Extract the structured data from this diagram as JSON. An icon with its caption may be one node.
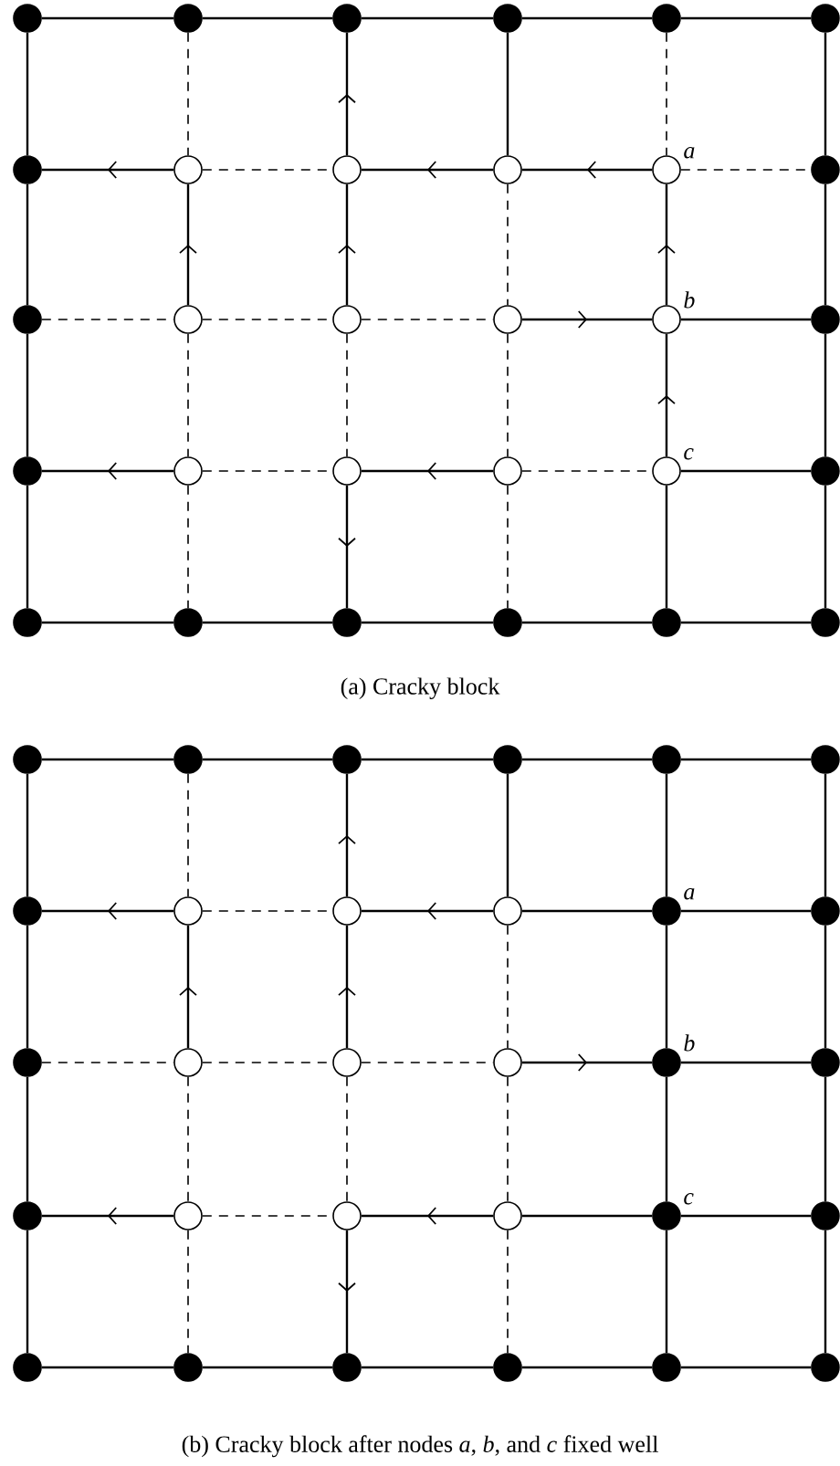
{
  "diagram": {
    "nodes": [
      {
        "text": [],
        "shape": "dot"
      },
      {
        "text": [],
        "shape": "dot"
      },
      {
        "text": [],
        "shape": "dot"
      },
      {
        "text": [],
        "shape": "dot"
      },
      {
        "text": [],
        "shape": "dot"
      },
      {
        "text": [],
        "shape": "dot"
      },
      {
        "text": [],
        "shape": "dot"
      },
      {
        "text": [],
        "shape": "circle"
      },
      {
        "text": [],
        "shape": "circle"
      },
      {
        "text": [],
        "shape": "circle"
      },
      {
        "text": [],
        "shape": "circle",
        "beside": [
          "a"
        ]
      },
      {
        "text": [],
        "shape": "dot"
      },
      {
        "text": [],
        "shape": "dot"
      },
      {
        "text": [],
        "shape": "circle"
      },
      {
        "text": [],
        "shape": "circle"
      },
      {
        "text": [],
        "shape": "circle"
      },
      {
        "text": [],
        "shape": "circle",
        "beside": [
          "b"
        ]
      },
      {
        "text": [],
        "shape": "dot"
      },
      {
        "text": [],
        "shape": "dot"
      },
      {
        "text": [],
        "shape": "circle"
      },
      {
        "text": [],
        "shape": "circle"
      },
      {
        "text": [],
        "shape": "circle"
      },
      {
        "text": [],
        "shape": "circle",
        "beside": [
          "c"
        ]
      },
      {
        "text": [],
        "shape": "dot"
      },
      {
        "text": [],
        "shape": "dot"
      },
      {
        "text": [],
        "shape": "dot"
      },
      {
        "text": [],
        "shape": "dot"
      },
      {
        "text": [],
        "shape": "dot"
      },
      {
        "text": [],
        "shape": "dot"
      },
      {
        "text": [],
        "shape": "dot"
      },
      {
        "text": [],
        "shape": "dot"
      },
      {
        "text": [],
        "shape": "dot"
      },
      {
        "text": [],
        "shape": "dot"
      },
      {
        "text": [],
        "shape": "dot"
      },
      {
        "text": [],
        "shape": "dot"
      },
      {
        "text": [],
        "shape": "dot"
      },
      {
        "text": [],
        "shape": "dot"
      },
      {
        "text": [],
        "shape": "circle"
      },
      {
        "text": [],
        "shape": "circle"
      },
      {
        "text": [],
        "shape": "circle"
      },
      {
        "text": [],
        "shape": "dot",
        "beside": [
          "a"
        ]
      },
      {
        "text": [],
        "shape": "dot"
      },
      {
        "text": [],
        "shape": "dot"
      },
      {
        "text": [],
        "shape": "circle"
      },
      {
        "text": [],
        "shape": "circle"
      },
      {
        "text": [],
        "shape": "circle"
      },
      {
        "text": [],
        "shape": "dot",
        "beside": [
          "b"
        ]
      },
      {
        "text": [],
        "shape": "dot"
      },
      {
        "text": [],
        "shape": "dot"
      },
      {
        "text": [],
        "shape": "circle"
      },
      {
        "text": [],
        "shape": "circle"
      },
      {
        "text": [],
        "shape": "circle"
      },
      {
        "text": [],
        "shape": "dot",
        "beside": [
          "c"
        ]
      },
      {
        "text": [],
        "shape": "dot"
      },
      {
        "text": [],
        "shape": "dot"
      },
      {
        "text": [],
        "shape": "dot"
      },
      {
        "text": [],
        "shape": "dot"
      },
      {
        "text": [],
        "shape": "dot"
      },
      {
        "text": [],
        "shape": "dot"
      },
      {
        "text": [],
        "shape": "dot"
      }
    ],
    "edges": [
      {
        "from": 0,
        "to": 1,
        "arrow": "none"
      },
      {
        "from": 1,
        "to": 2,
        "arrow": "none"
      },
      {
        "from": 2,
        "to": 3,
        "arrow": "none"
      },
      {
        "from": 3,
        "to": 4,
        "arrow": "none"
      },
      {
        "from": 4,
        "to": 5,
        "arrow": "none"
      },
      {
        "from": 7,
        "to": 6,
        "arrow": "to"
      },
      {
        "from": 7,
        "to": 8,
        "arrow": "none",
        "style": "dashed"
      },
      {
        "from": 9,
        "to": 8,
        "arrow": "to"
      },
      {
        "from": 10,
        "to": 9,
        "arrow": "to"
      },
      {
        "from": 10,
        "to": 11,
        "arrow": "none",
        "style": "dashed"
      },
      {
        "from": 12,
        "to": 13,
        "arrow": "none",
        "style": "dashed"
      },
      {
        "from": 13,
        "to": 14,
        "arrow": "none",
        "style": "dashed"
      },
      {
        "from": 14,
        "to": 15,
        "arrow": "none",
        "style": "dashed"
      },
      {
        "from": 15,
        "to": 16,
        "arrow": "to"
      },
      {
        "from": 16,
        "to": 17,
        "arrow": "none"
      },
      {
        "from": 19,
        "to": 18,
        "arrow": "to"
      },
      {
        "from": 19,
        "to": 20,
        "arrow": "none",
        "style": "dashed"
      },
      {
        "from": 21,
        "to": 20,
        "arrow": "to"
      },
      {
        "from": 21,
        "to": 22,
        "arrow": "none",
        "style": "dashed"
      },
      {
        "from": 22,
        "to": 23,
        "arrow": "none"
      },
      {
        "from": 24,
        "to": 25,
        "arrow": "none"
      },
      {
        "from": 25,
        "to": 26,
        "arrow": "none"
      },
      {
        "from": 26,
        "to": 27,
        "arrow": "none"
      },
      {
        "from": 27,
        "to": 28,
        "arrow": "none"
      },
      {
        "from": 28,
        "to": 29,
        "arrow": "none"
      },
      {
        "from": 0,
        "to": 6,
        "arrow": "none"
      },
      {
        "from": 6,
        "to": 12,
        "arrow": "none"
      },
      {
        "from": 12,
        "to": 18,
        "arrow": "none"
      },
      {
        "from": 18,
        "to": 24,
        "arrow": "none"
      },
      {
        "from": 5,
        "to": 11,
        "arrow": "none"
      },
      {
        "from": 11,
        "to": 17,
        "arrow": "none"
      },
      {
        "from": 17,
        "to": 23,
        "arrow": "none"
      },
      {
        "from": 23,
        "to": 29,
        "arrow": "none"
      },
      {
        "from": 1,
        "to": 7,
        "arrow": "none",
        "style": "dashed"
      },
      {
        "from": 13,
        "to": 7,
        "arrow": "to"
      },
      {
        "from": 13,
        "to": 19,
        "arrow": "none",
        "style": "dashed"
      },
      {
        "from": 19,
        "to": 25,
        "arrow": "none",
        "style": "dashed"
      },
      {
        "from": 8,
        "to": 2,
        "arrow": "to"
      },
      {
        "from": 14,
        "to": 8,
        "arrow": "to"
      },
      {
        "from": 14,
        "to": 20,
        "arrow": "none",
        "style": "dashed"
      },
      {
        "from": 20,
        "to": 26,
        "arrow": "to"
      },
      {
        "from": 3,
        "to": 9,
        "arrow": "none"
      },
      {
        "from": 9,
        "to": 15,
        "arrow": "none",
        "style": "dashed"
      },
      {
        "from": 15,
        "to": 21,
        "arrow": "none",
        "style": "dashed"
      },
      {
        "from": 21,
        "to": 27,
        "arrow": "none",
        "style": "dashed"
      },
      {
        "from": 4,
        "to": 10,
        "arrow": "none",
        "style": "dashed"
      },
      {
        "from": 16,
        "to": 10,
        "arrow": "to"
      },
      {
        "from": 22,
        "to": 16,
        "arrow": "to"
      },
      {
        "from": 22,
        "to": 28,
        "arrow": "none"
      },
      {
        "from": 30,
        "to": 31,
        "arrow": "none"
      },
      {
        "from": 31,
        "to": 32,
        "arrow": "none"
      },
      {
        "from": 32,
        "to": 33,
        "arrow": "none"
      },
      {
        "from": 33,
        "to": 34,
        "arrow": "none"
      },
      {
        "from": 34,
        "to": 35,
        "arrow": "none"
      },
      {
        "from": 37,
        "to": 36,
        "arrow": "to"
      },
      {
        "from": 37,
        "to": 38,
        "arrow": "none",
        "style": "dashed"
      },
      {
        "from": 39,
        "to": 38,
        "arrow": "to"
      },
      {
        "from": 39,
        "to": 40,
        "arrow": "none"
      },
      {
        "from": 40,
        "to": 41,
        "arrow": "none"
      },
      {
        "from": 42,
        "to": 43,
        "arrow": "none",
        "style": "dashed"
      },
      {
        "from": 43,
        "to": 44,
        "arrow": "none",
        "style": "dashed"
      },
      {
        "from": 44,
        "to": 45,
        "arrow": "none",
        "style": "dashed"
      },
      {
        "from": 45,
        "to": 46,
        "arrow": "to"
      },
      {
        "from": 46,
        "to": 47,
        "arrow": "none"
      },
      {
        "from": 49,
        "to": 48,
        "arrow": "to"
      },
      {
        "from": 49,
        "to": 50,
        "arrow": "none",
        "style": "dashed"
      },
      {
        "from": 51,
        "to": 50,
        "arrow": "to"
      },
      {
        "from": 51,
        "to": 52,
        "arrow": "none"
      },
      {
        "from": 52,
        "to": 53,
        "arrow": "none"
      },
      {
        "from": 54,
        "to": 55,
        "arrow": "none"
      },
      {
        "from": 55,
        "to": 56,
        "arrow": "none"
      },
      {
        "from": 56,
        "to": 57,
        "arrow": "none"
      },
      {
        "from": 57,
        "to": 58,
        "arrow": "none"
      },
      {
        "from": 58,
        "to": 59,
        "arrow": "none"
      },
      {
        "from": 30,
        "to": 36,
        "arrow": "none"
      },
      {
        "from": 36,
        "to": 42,
        "arrow": "none"
      },
      {
        "from": 42,
        "to": 48,
        "arrow": "none"
      },
      {
        "from": 48,
        "to": 54,
        "arrow": "none"
      },
      {
        "from": 35,
        "to": 41,
        "arrow": "none"
      },
      {
        "from": 41,
        "to": 47,
        "arrow": "none"
      },
      {
        "from": 47,
        "to": 53,
        "arrow": "none"
      },
      {
        "from": 53,
        "to": 59,
        "arrow": "none"
      },
      {
        "from": 31,
        "to": 37,
        "arrow": "none",
        "style": "dashed"
      },
      {
        "from": 43,
        "to": 37,
        "arrow": "to"
      },
      {
        "from": 43,
        "to": 49,
        "arrow": "none",
        "style": "dashed"
      },
      {
        "from": 49,
        "to": 55,
        "arrow": "none",
        "style": "dashed"
      },
      {
        "from": 38,
        "to": 32,
        "arrow": "to"
      },
      {
        "from": 44,
        "to": 38,
        "arrow": "to"
      },
      {
        "from": 44,
        "to": 50,
        "arrow": "none",
        "style": "dashed"
      },
      {
        "from": 50,
        "to": 56,
        "arrow": "to"
      },
      {
        "from": 33,
        "to": 39,
        "arrow": "none"
      },
      {
        "from": 39,
        "to": 45,
        "arrow": "none",
        "style": "dashed"
      },
      {
        "from": 45,
        "to": 51,
        "arrow": "none",
        "style": "dashed"
      },
      {
        "from": 51,
        "to": 57,
        "arrow": "none",
        "style": "dashed"
      },
      {
        "from": 34,
        "to": 40,
        "arrow": "none"
      },
      {
        "from": 40,
        "to": 46,
        "arrow": "none"
      },
      {
        "from": 46,
        "to": 52,
        "arrow": "none"
      },
      {
        "from": 52,
        "to": 58,
        "arrow": "none"
      }
    ],
    "labels": [
      "(a) Cracky block",
      "(b) Cracky block after nodes *a*, *b*, and *c* fixed well"
    ]
  }
}
